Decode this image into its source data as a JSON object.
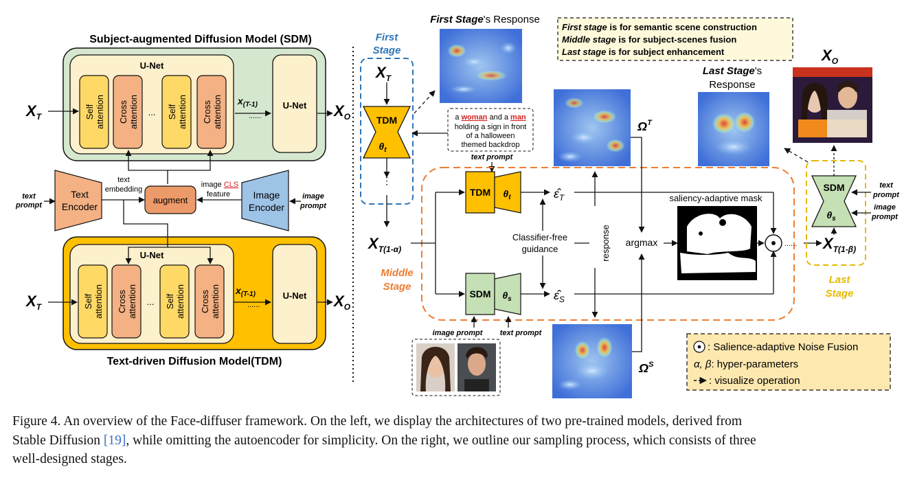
{
  "sdm": {
    "title": "Subject-augmented Diffusion Model (SDM)",
    "unet_label": "U-Net",
    "self_attention": [
      "Self",
      "attention"
    ],
    "cross_attention": [
      "Cross",
      "attention"
    ],
    "ellipsis": "...",
    "unet_box": "U-Net",
    "input": "X",
    "input_sub": "T",
    "output": "X",
    "output_sub": "O",
    "mid_x": "x",
    "mid_sub": "(T-1)",
    "mid_dots": "......"
  },
  "tdm": {
    "title": "Text-driven Diffusion Model(TDM)",
    "unet_label": "U-Net",
    "unet_box": "U-Net"
  },
  "middle_left": {
    "text_prompt": [
      "text",
      "prompt"
    ],
    "text_encoder": [
      "Text",
      "Encoder"
    ],
    "text_embedding": [
      "text",
      "embedding"
    ],
    "augment": "augment",
    "image_cls": "image",
    "cls": "CLS",
    "feature": "feature",
    "image_encoder": [
      "Image",
      "Encoder"
    ],
    "image_prompt": [
      "image",
      "prompt"
    ]
  },
  "first_stage": {
    "title": [
      "First",
      "Stage"
    ],
    "response_title_bold": "First Stage",
    "response_title_rest": "'s Response",
    "tdm_label": "TDM",
    "theta": "θ",
    "theta_sub": "t",
    "prompt_text": {
      "pre": "a ",
      "woman": "woman",
      "mid": " and a ",
      "man": "man",
      "lines": [
        "holding a sign in front",
        "of a halloween",
        "themed backdrop"
      ]
    },
    "text_prompt_label": "text prompt"
  },
  "stages_note": [
    {
      "bold": "First stage",
      "rest": " is for ",
      "end": "semantic scene construction"
    },
    {
      "bold": "Middle stage",
      "rest": " is for ",
      "end": "subject-scenes fusion"
    },
    {
      "bold": "Last stage",
      "rest": " is for ",
      "end": "subject enhancement"
    }
  ],
  "middle_stage": {
    "title": [
      "Middle",
      "Stage"
    ],
    "x_label": "X",
    "x_sub": "T(1-α)",
    "tdm_label": "TDM",
    "sdm_label": "SDM",
    "theta_t": "t",
    "theta_s": "s",
    "eps_t": "ε̂",
    "eps_t_sub": "T",
    "eps_s_sub": "S",
    "cfg": [
      "Classifier-free",
      "guidance"
    ],
    "response": "response",
    "argmax": "argmax",
    "mask_title": "saliency-adaptive mask",
    "omega_t": "Ω",
    "omega_t_sup": "T",
    "omega_s_sup": "S",
    "image_prompt_label": "image prompt",
    "text_prompt_label": "text prompt",
    "dots": "......"
  },
  "last_stage": {
    "title": [
      "Last",
      "Stage"
    ],
    "response_title_bold": "Last Stage",
    "response_title_rest": "'s",
    "response_line2": "Response",
    "sdm_label": "SDM",
    "x_out": "X",
    "x_out_sub": "O",
    "x_in": "X",
    "x_in_sub": "T(1-β)",
    "text_prompt": [
      "text",
      "prompt"
    ],
    "image_prompt": [
      "image",
      "prompt"
    ]
  },
  "legend": {
    "fusion": ": Salience-adaptive Noise Fusion",
    "params": "α, β",
    "params_rest": ": hyper-parameters",
    "vis": ": visualize operation"
  },
  "caption": {
    "line1": "Figure 4. An overview of the Face-diffuser framework. On the left, we display the architectures of two pre-trained models, derived from",
    "line2a": "Stable Diffusion ",
    "ref": "[19]",
    "line2b": ", while omitting the autoencoder for simplicity. On the right, we outline our sampling process, which consists of three",
    "line3": "well-designed stages."
  },
  "colors": {
    "sdm_bg": "#d5e8cf",
    "tdm_bg": "#ffc000",
    "unet_inner": "#fdf0cc",
    "self_attn": "#ffd966",
    "cross_attn": "#f4b183",
    "text_encoder": "#f4b183",
    "image_encoder": "#9dc3e6",
    "augment": "#ed9a6a",
    "sdm_shape": "#c5e0b4",
    "tdm_shape": "#ffc000",
    "first_stage": "#2e75b6",
    "middle_stage": "#ed7d31",
    "last_stage": "#e6b800",
    "legend_bg": "#fde8b0"
  }
}
